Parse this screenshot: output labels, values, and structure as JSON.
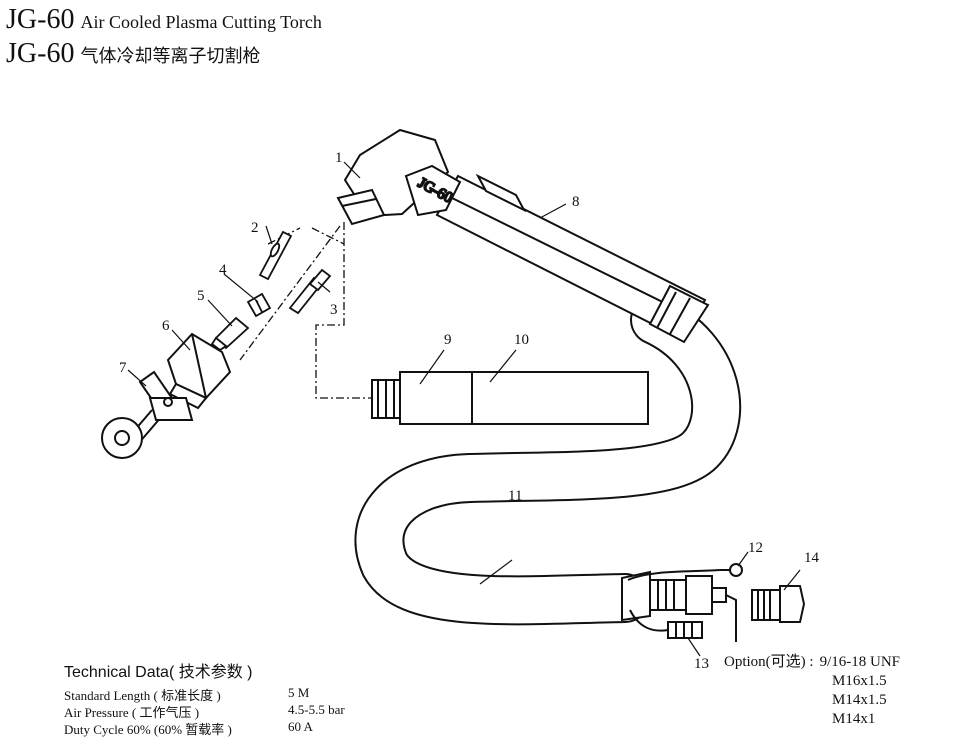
{
  "title": {
    "model": "JG-60",
    "english": "Air Cooled Plasma Cutting Torch",
    "chinese": "气体冷却等离子切割枪"
  },
  "part_labels": [
    "1",
    "2",
    "3",
    "4",
    "5",
    "6",
    "7",
    "8",
    "9",
    "10",
    "11",
    "12",
    "13",
    "14"
  ],
  "torch_marking": "JG-60",
  "technical_data": {
    "heading": "Technical Data( 技术参数 )",
    "rows": [
      {
        "label": "Standard Length ( 标准长度 )",
        "value": "5 M"
      },
      {
        "label": "Air Pressure ( 工作气压 )",
        "value": "4.5-5.5 bar"
      },
      {
        "label": "Duty Cycle 60% (60% 暂载率 )",
        "value": "60 A"
      }
    ]
  },
  "option": {
    "label": "Option(可选) :",
    "values": [
      "9/16-18 UNF",
      "M16x1.5",
      "M14x1.5",
      "M14x1"
    ]
  }
}
